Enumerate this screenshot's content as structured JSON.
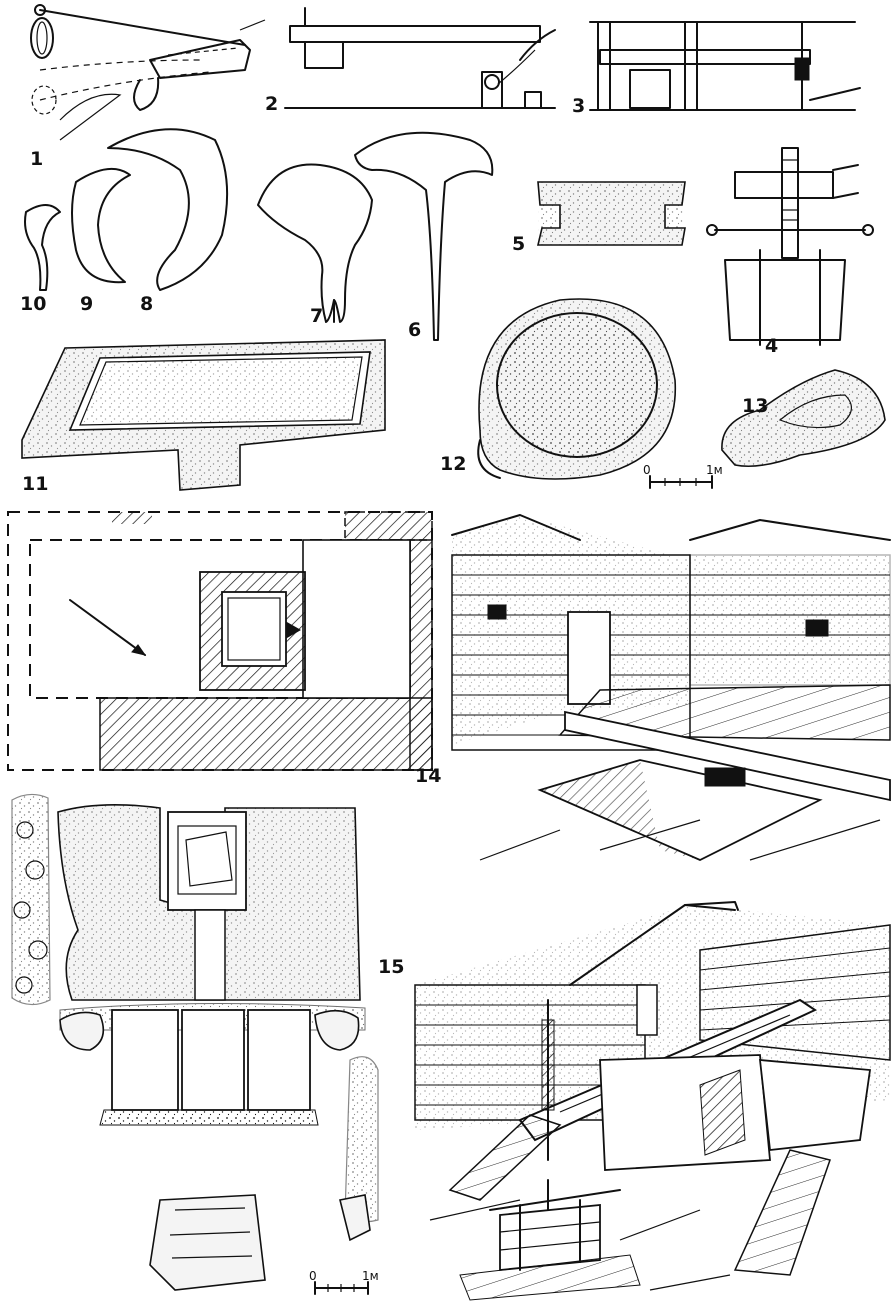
{
  "figures": [
    {
      "id": "1",
      "label": "1"
    },
    {
      "id": "2",
      "label": "2"
    },
    {
      "id": "3",
      "label": "3"
    },
    {
      "id": "4",
      "label": "4"
    },
    {
      "id": "5",
      "label": "5"
    },
    {
      "id": "6",
      "label": "6"
    },
    {
      "id": "7",
      "label": "7"
    },
    {
      "id": "8",
      "label": "8"
    },
    {
      "id": "9",
      "label": "9"
    },
    {
      "id": "10",
      "label": "10"
    },
    {
      "id": "11",
      "label": "11"
    },
    {
      "id": "12",
      "label": "12"
    },
    {
      "id": "13",
      "label": "13"
    },
    {
      "id": "14",
      "label": "14"
    },
    {
      "id": "15",
      "label": "15"
    }
  ],
  "scale_bars": [
    {
      "id": "upper",
      "zero": "0",
      "unit": "1м"
    },
    {
      "id": "lower",
      "zero": "0",
      "unit": "1м"
    }
  ],
  "colors": {
    "ink": "#111111",
    "paper": "#ffffff"
  }
}
